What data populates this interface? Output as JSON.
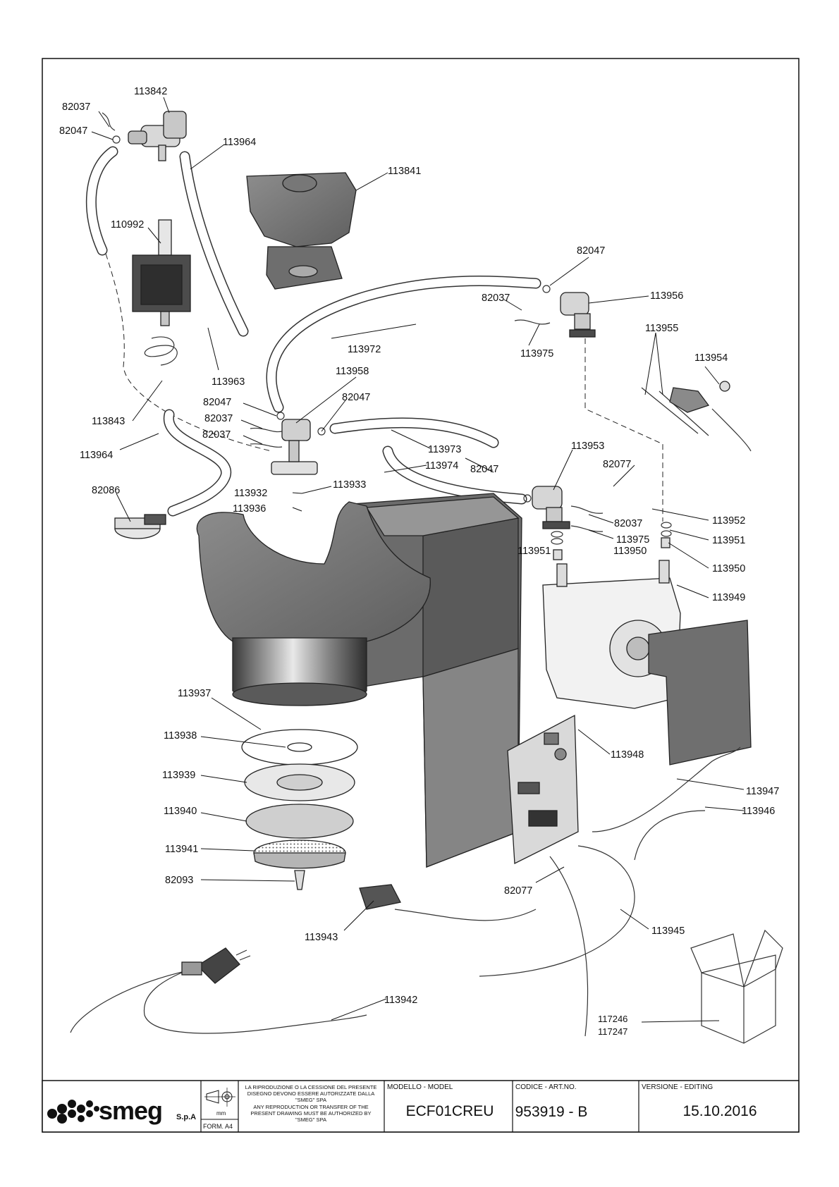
{
  "parts": [
    {
      "code": "113842"
    },
    {
      "code": "82037"
    },
    {
      "code": "82047"
    },
    {
      "code": "113964"
    },
    {
      "code": "113841"
    },
    {
      "code": "110992"
    },
    {
      "code": "82047"
    },
    {
      "code": "113956"
    },
    {
      "code": "82037"
    },
    {
      "code": "113955"
    },
    {
      "code": "113972"
    },
    {
      "code": "113975"
    },
    {
      "code": "113954"
    },
    {
      "code": "113963"
    },
    {
      "code": "113958"
    },
    {
      "code": "82047"
    },
    {
      "code": "82047"
    },
    {
      "code": "82037"
    },
    {
      "code": "113843"
    },
    {
      "code": "82037"
    },
    {
      "code": "113964"
    },
    {
      "code": "113973"
    },
    {
      "code": "113953"
    },
    {
      "code": "113974"
    },
    {
      "code": "82077"
    },
    {
      "code": "82047"
    },
    {
      "code": "82086"
    },
    {
      "code": "113933"
    },
    {
      "code": "113932"
    },
    {
      "code": "113936"
    },
    {
      "code": "82037"
    },
    {
      "code": "113952"
    },
    {
      "code": "113975"
    },
    {
      "code": "113951"
    },
    {
      "code": "113951"
    },
    {
      "code": "113950"
    },
    {
      "code": "113950"
    },
    {
      "code": "113949"
    },
    {
      "code": "113937"
    },
    {
      "code": "113938"
    },
    {
      "code": "113948"
    },
    {
      "code": "113939"
    },
    {
      "code": "113947"
    },
    {
      "code": "113940"
    },
    {
      "code": "113946"
    },
    {
      "code": "113941"
    },
    {
      "code": "82093"
    },
    {
      "code": "82077"
    },
    {
      "code": "113943"
    },
    {
      "code": "113945"
    },
    {
      "code": "113942"
    },
    {
      "code": "117246"
    },
    {
      "code": "117247"
    }
  ],
  "title_block": {
    "brand": "smeg",
    "brand_suffix": "S.p.A",
    "unit": "mm",
    "form": "FORM. A4",
    "notice": [
      "LA RIPRODUZIONE O LA CESSIONE DEL PRESENTE",
      "DISEGNO DEVONO ESSERE AUTORIZZATE DALLA",
      "\"SMEG\" SPA",
      "ANY REPRODUCTION OR TRANSFER OF THE",
      "PRESENT DRAWING MUST BE AUTHORIZED BY",
      "\"SMEG\" SPA"
    ],
    "model_header": "MODELLO - MODEL",
    "model_value": "ECF01CREU",
    "code_header": "CODICE - ART.NO.",
    "code_value": "953919 - B",
    "version_header": "VERSIONE - EDITING",
    "version_value": "15.10.2016"
  }
}
